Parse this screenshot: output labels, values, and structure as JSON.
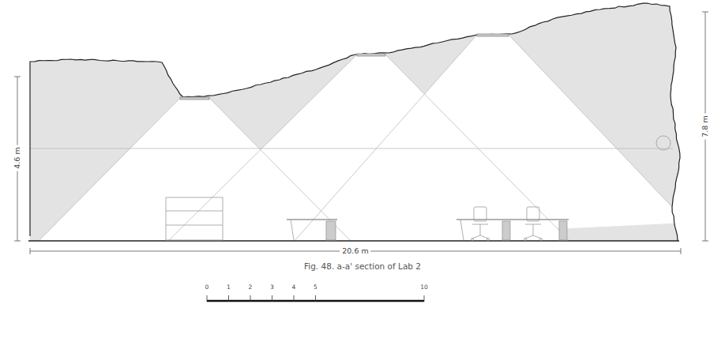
{
  "diagram": {
    "caption": "Fig. 48. a-a' section of Lab 2",
    "labels": [
      "4.6 m",
      "7.8 m",
      "20.6 m",
      "0",
      "1",
      "2",
      "3",
      "4",
      "5",
      "10"
    ]
  }
}
